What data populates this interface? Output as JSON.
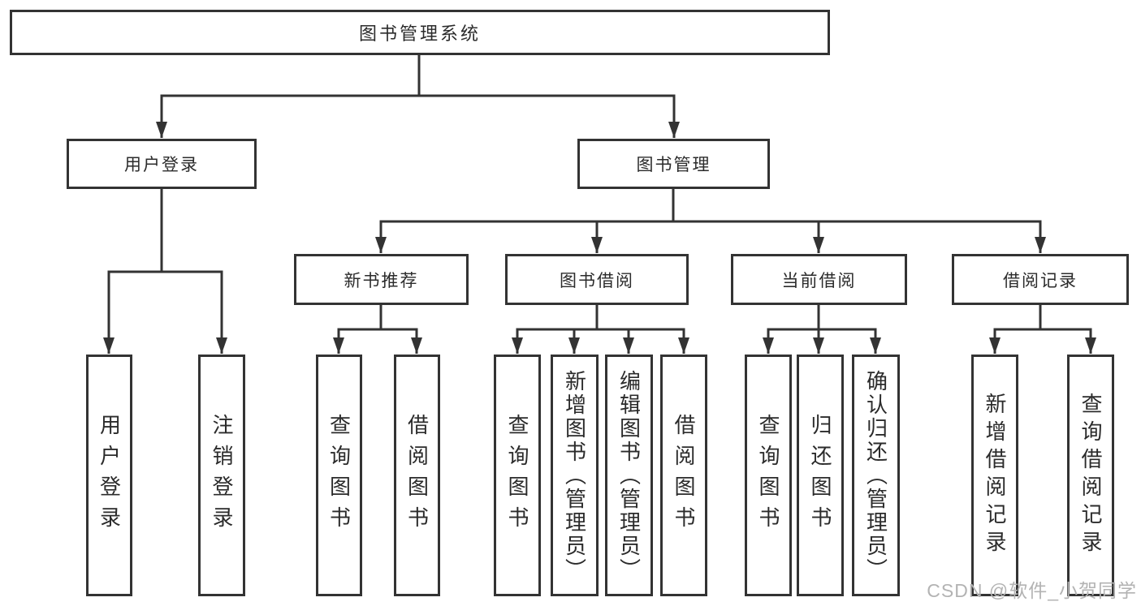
{
  "diagram": {
    "title": "图书管理系统",
    "nodes": {
      "root": "图书管理系统",
      "level2": [
        "用户登录",
        "图书管理"
      ],
      "level3": [
        "新书推荐",
        "图书借阅",
        "当前借阅",
        "借阅记录"
      ],
      "leaves": [
        "用户登录",
        "注销登录",
        "查询图书",
        "借阅图书",
        "查询图书",
        "新增图书（管理员）",
        "编辑图书（管理员）",
        "借阅图书",
        "查询图书",
        "归还图书",
        "确认归还（管理员）",
        "新增借阅记录",
        "查询借阅记录"
      ]
    },
    "watermark": "CSDN @软件_小贺同学",
    "colors": {
      "line": "#333333",
      "text": "#2b2b2b",
      "watermark": "#b3b3b3",
      "background": "#ffffff"
    }
  }
}
